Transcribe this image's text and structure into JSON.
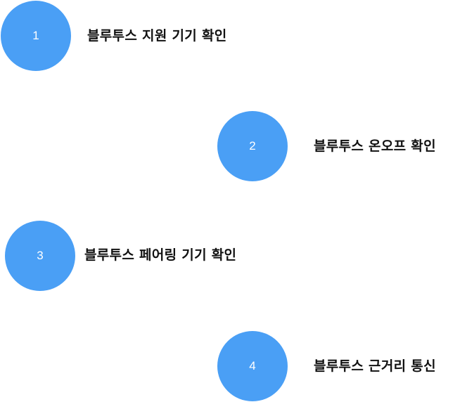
{
  "steps": [
    {
      "number": "1",
      "label": "블루투스 지원 기기 확인"
    },
    {
      "number": "2",
      "label": "블루투스 온오프 확인"
    },
    {
      "number": "3",
      "label": "블루투스 페어링 기기 확인"
    },
    {
      "number": "4",
      "label": "블루투스 근거리 통신"
    }
  ],
  "colors": {
    "circle": "#4a9ff5",
    "number_text": "#ffffff",
    "label_text": "#111111"
  }
}
